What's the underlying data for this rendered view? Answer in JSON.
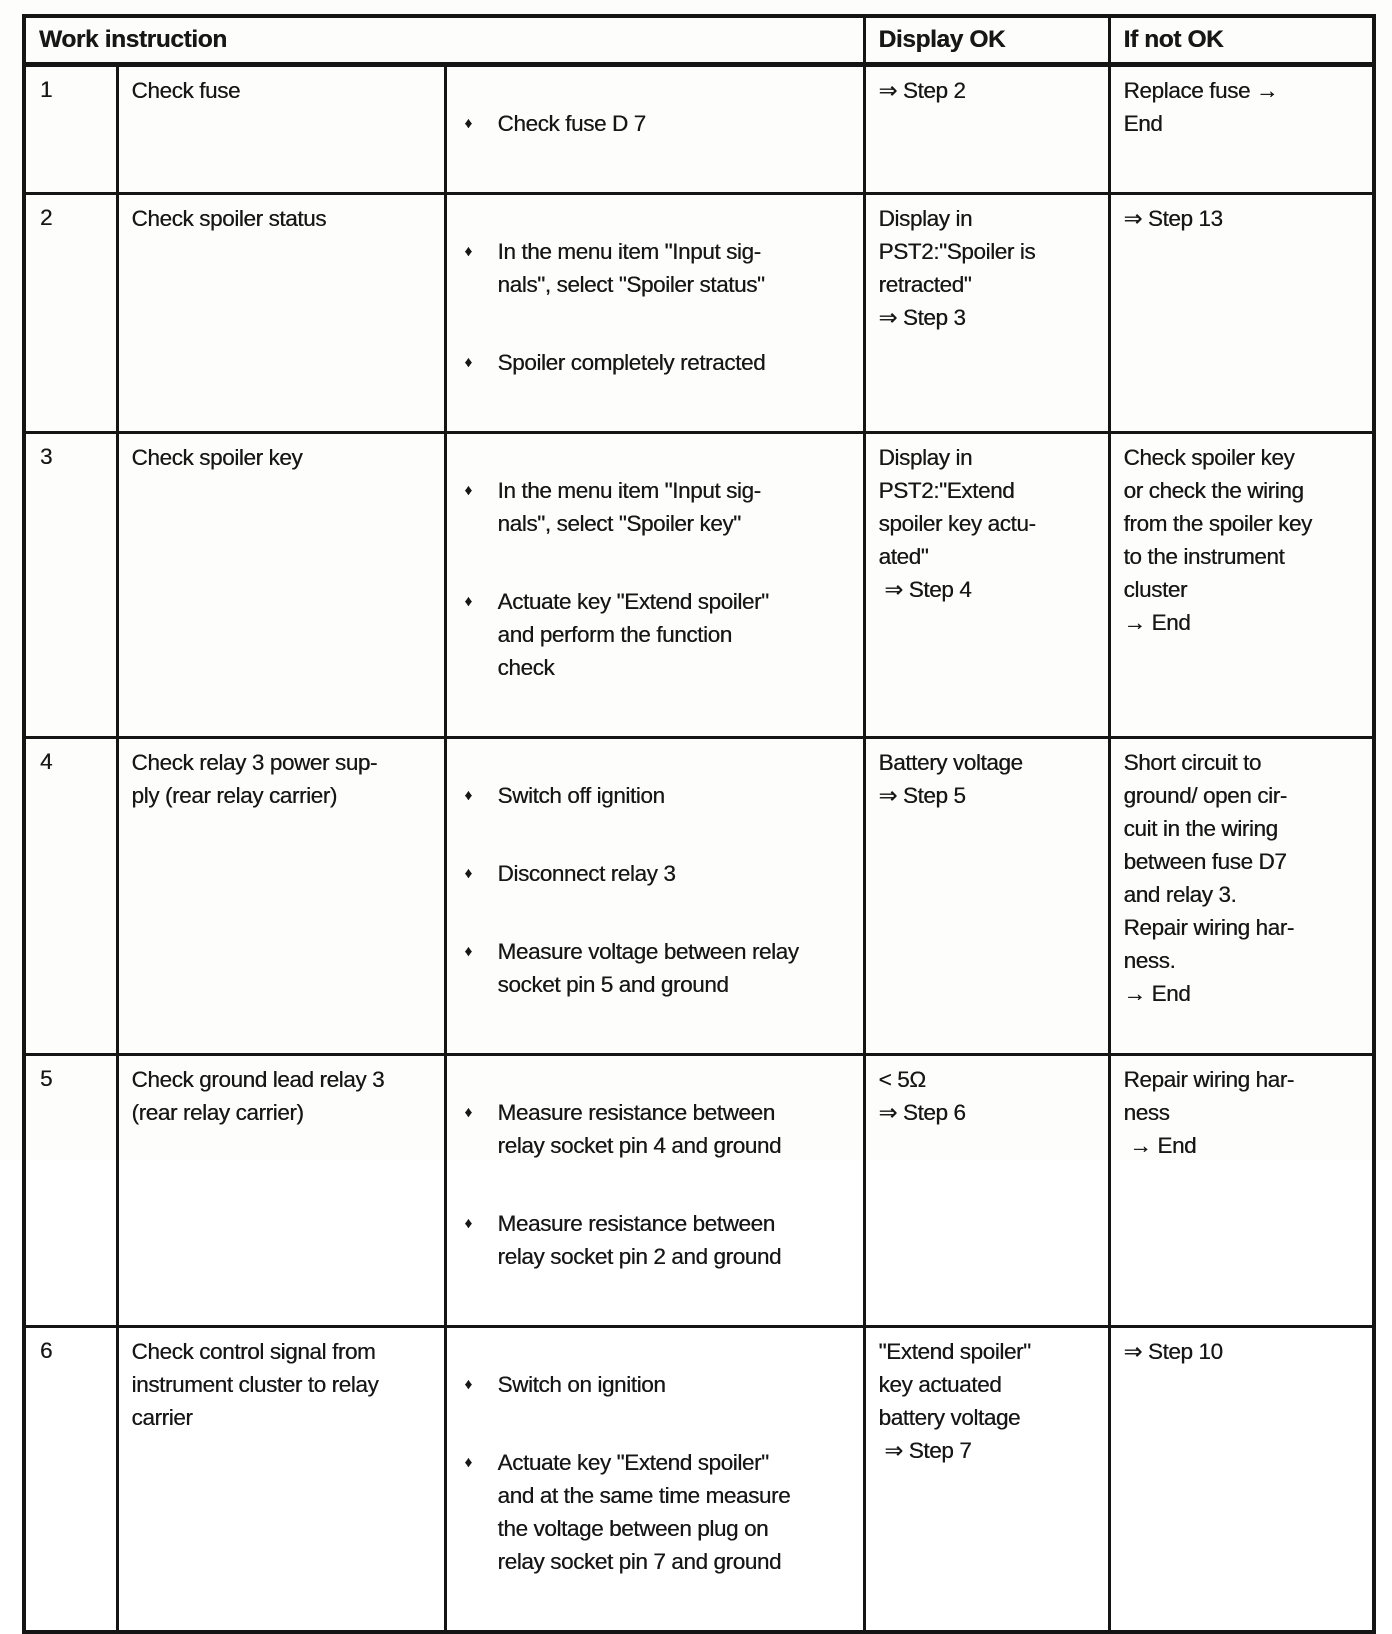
{
  "colors": {
    "ink": "#151515",
    "paper": "#ffffff"
  },
  "table": {
    "bullet_glyph": "♦",
    "header": {
      "work_instruction": "Work instruction",
      "display_ok": "Display OK",
      "if_not_ok": "If not OK"
    },
    "rows": [
      {
        "num": "1",
        "title": "Check fuse",
        "steps": [
          "Check fuse D 7"
        ],
        "display_ok": "⇒ Step 2",
        "if_not_ok": "Replace fuse →\nEnd"
      },
      {
        "num": "2",
        "title": "Check spoiler status",
        "steps": [
          "In the menu item \"Input sig-\nnals\", select \"Spoiler status\"",
          "Spoiler completely retracted"
        ],
        "display_ok": "Display in\nPST2:\"Spoiler is\nretracted\"\n⇒ Step 3",
        "if_not_ok": "⇒ Step 13"
      },
      {
        "num": "3",
        "title": "Check spoiler key",
        "steps": [
          "In the menu item \"Input sig-\nnals\", select \"Spoiler key\"",
          "Actuate key \"Extend spoiler\"\nand perform the function\ncheck"
        ],
        "display_ok": "Display in\nPST2:\"Extend\nspoiler key actu-\nated\"\n ⇒ Step 4",
        "if_not_ok": "Check spoiler key\nor check the wiring\nfrom the spoiler key\nto the instrument\ncluster\n→ End"
      },
      {
        "num": "4",
        "title": "Check relay 3 power sup-\nply (rear relay carrier)",
        "steps": [
          "Switch off ignition",
          "Disconnect relay 3",
          "Measure voltage between relay\nsocket pin 5 and ground"
        ],
        "display_ok": "Battery voltage\n⇒ Step 5",
        "if_not_ok": "Short circuit to\nground/ open cir-\ncuit in the wiring\nbetween fuse D7\nand relay 3.\nRepair wiring har-\nness.\n→ End"
      },
      {
        "num": "5",
        "title": "Check ground lead relay 3\n(rear relay carrier)",
        "steps": [
          "Measure resistance between\nrelay socket pin 4 and ground",
          "Measure resistance between\nrelay socket pin 2 and ground"
        ],
        "display_ok": "< 5Ω\n⇒ Step 6",
        "if_not_ok": "Repair wiring har-\nness\n → End"
      },
      {
        "num": "6",
        "title": "Check control signal from\ninstrument cluster to relay\ncarrier",
        "steps": [
          "Switch on ignition",
          "Actuate key \"Extend spoiler\"\nand at the same time measure\nthe voltage between plug on\nrelay socket pin 7 and ground"
        ],
        "display_ok": "\"Extend spoiler\"\nkey actuated\nbattery voltage\n ⇒ Step 7",
        "if_not_ok": "⇒ Step 10"
      }
    ]
  }
}
